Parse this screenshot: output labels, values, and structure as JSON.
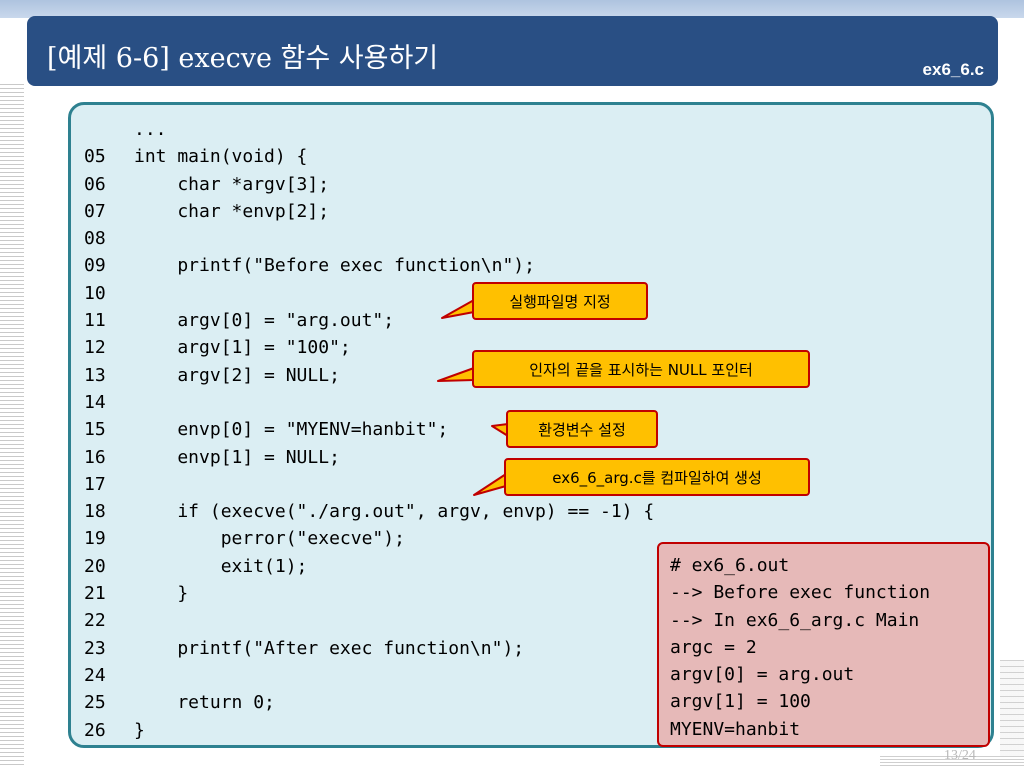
{
  "slide": {
    "title": "[예제 6-6] execve 함수 사용하기",
    "file_name": "ex6_6.c",
    "page_number": "13/24"
  },
  "code_lines": [
    {
      "num": "",
      "text": "..."
    },
    {
      "num": "05",
      "text": "int main(void) {"
    },
    {
      "num": "06",
      "text": "    char *argv[3];"
    },
    {
      "num": "07",
      "text": "    char *envp[2];"
    },
    {
      "num": "08",
      "text": ""
    },
    {
      "num": "09",
      "text": "    printf(\"Before exec function\\n\");"
    },
    {
      "num": "10",
      "text": ""
    },
    {
      "num": "11",
      "text": "    argv[0] = \"arg.out\";"
    },
    {
      "num": "12",
      "text": "    argv[1] = \"100\";"
    },
    {
      "num": "13",
      "text": "    argv[2] = NULL;"
    },
    {
      "num": "14",
      "text": ""
    },
    {
      "num": "15",
      "text": "    envp[0] = \"MYENV=hanbit\";"
    },
    {
      "num": "16",
      "text": "    envp[1] = NULL;"
    },
    {
      "num": "17",
      "text": ""
    },
    {
      "num": "18",
      "text": "    if (execve(\"./arg.out\", argv, envp) == -1) {"
    },
    {
      "num": "19",
      "text": "        perror(\"execve\");"
    },
    {
      "num": "20",
      "text": "        exit(1);"
    },
    {
      "num": "21",
      "text": "    }"
    },
    {
      "num": "22",
      "text": ""
    },
    {
      "num": "23",
      "text": "    printf(\"After exec function\\n\");"
    },
    {
      "num": "24",
      "text": ""
    },
    {
      "num": "25",
      "text": "    return 0;"
    },
    {
      "num": "26",
      "text": "}"
    }
  ],
  "callouts": {
    "exec_file": "실행파일명 지정",
    "null_pointer": "인자의 끝을 표시하는 NULL 포인터",
    "env_var": "환경변수 설정",
    "compile": "ex6_6_arg.c를 컴파일하여 생성"
  },
  "output": [
    "# ex6_6.out",
    "--> Before exec function",
    "--> In ex6_6_arg.c Main",
    "argc = 2",
    "argv[0] = arg.out",
    "argv[1] = 100",
    "MYENV=hanbit"
  ],
  "colors": {
    "title_bar": "#294f84",
    "code_bg": "#dbeef3",
    "code_border": "#2e8190",
    "callout_fill": "#ffc000",
    "callout_border": "#c00000",
    "output_fill": "#e6b9b8"
  }
}
